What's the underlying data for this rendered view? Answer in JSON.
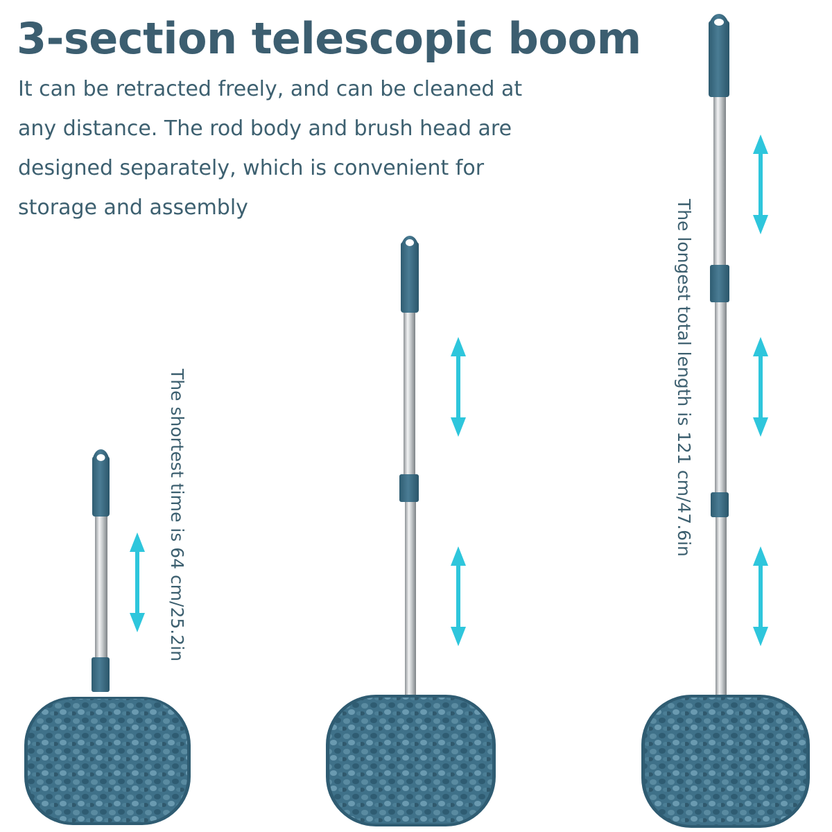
{
  "heading": "3-section telescopic boom",
  "description": "It can be retracted freely, and can be cleaned at any distance. The rod body and brush head are designed separately, which is convenient for storage and assembly",
  "labels": {
    "shortest": "The shortest time is 64 cm/25.2in",
    "longest": "The longest total length is 121 cm/47.6in"
  },
  "colors": {
    "text": "#3c5e70",
    "handle": "#3a6a82",
    "arrow": "#2ec6dc",
    "chenille": "#3d6f87",
    "steel": "#c9ccce"
  }
}
